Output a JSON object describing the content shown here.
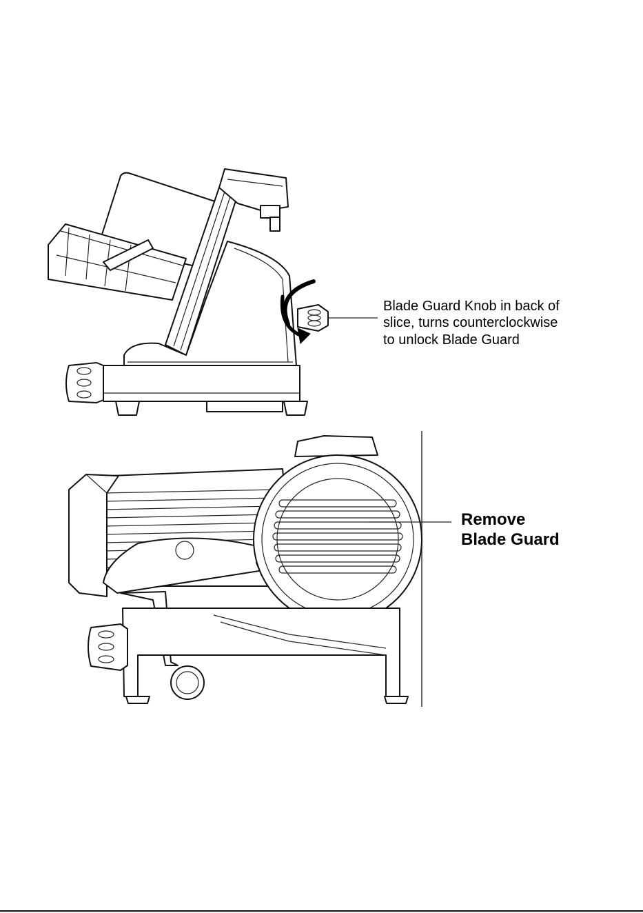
{
  "callouts": {
    "knob": {
      "line1": "Blade Guard Knob in back of",
      "line2": "slice, turns counterclockwise",
      "line3": "to unlock Blade Guard"
    },
    "remove": {
      "line1": "Remove",
      "line2": "Blade Guard"
    }
  },
  "figures": {
    "top": {
      "subject": "slicer-side-view",
      "icon": "rotate-counterclockwise-arrow-icon"
    },
    "bottom": {
      "subject": "slicer-front-view-blade-guard"
    }
  }
}
